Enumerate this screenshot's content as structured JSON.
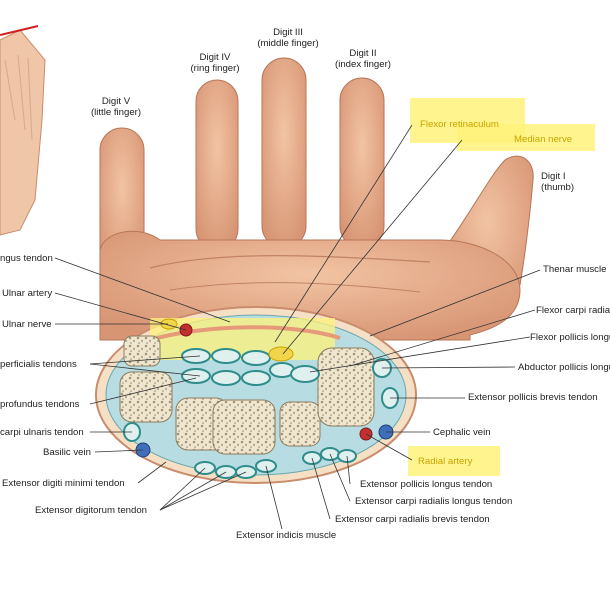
{
  "digits": {
    "digit3": {
      "name": "Digit III",
      "sub": "(middle finger)"
    },
    "digit4": {
      "name": "Digit IV",
      "sub": "(ring finger)"
    },
    "digit2": {
      "name": "Digit II",
      "sub": "(index finger)"
    },
    "digit5": {
      "name": "Digit V",
      "sub": "(little finger)"
    },
    "digit1": {
      "name": "Digit I",
      "sub": "(thumb)"
    }
  },
  "highlighted_labels": {
    "flexor_retinaculum": "Flexor retinaculum",
    "median_nerve": "Median nerve",
    "radial_artery": "Radial artery"
  },
  "left_labels": {
    "palmaris": "ngus tendon",
    "ulnar_artery": "Ulnar artery",
    "ulnar_nerve": "Ulnar nerve",
    "fds": "perficialis tendons",
    "fdp": "profundus tendons",
    "ecu": "carpi ulnaris tendon",
    "basilic": "Basilic vein",
    "edm": "Extensor digiti minimi tendon",
    "ed": "Extensor digitorum tendon",
    "ei": "Extensor indicis muscle"
  },
  "right_labels": {
    "thenar": "Thenar muscle",
    "fcr": "Flexor carpi radia",
    "fpl": "Flexor pollicis longu",
    "apl": "Abductor pollicis longus te",
    "epb": "Extensor pollicis brevis tendon",
    "cephalic": "Cephalic vein",
    "epl": "Extensor pollicis longus tendon",
    "ecrl": "Extensor carpi radialis longus tendon",
    "ecrb": "Extensor carpi radialis brevis tendon"
  },
  "colors": {
    "skin": "#e7b08d",
    "skin_shadow": "#c9876a",
    "bone": "#efe6cf",
    "tendon_sheath": "#43a6a3",
    "nerve": "#f2d54a",
    "artery": "#c43030",
    "vein": "#3f6fb8",
    "highlight": "#fff27a",
    "pointer": "#333333"
  }
}
